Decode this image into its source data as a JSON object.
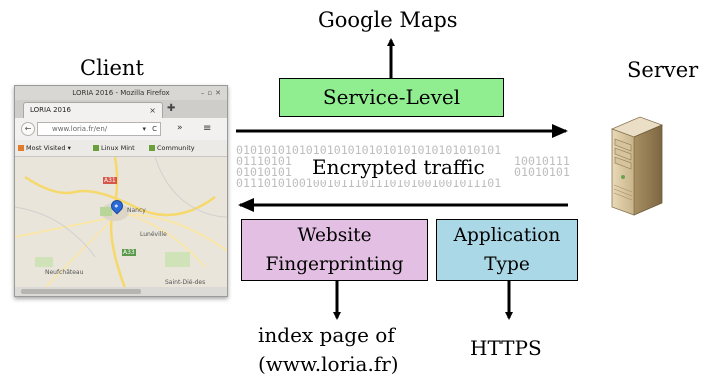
{
  "labels": {
    "google_maps": "Google Maps",
    "client": "Client",
    "server": "Server",
    "encrypted": "Encrypted traffic",
    "index_line1": "index page of",
    "index_line2": "(www.loria.fr)",
    "https": "HTTPS"
  },
  "boxes": {
    "service_level": {
      "text": "Service-Level",
      "fill": "#90ee90"
    },
    "website_fingerprinting": {
      "line1": "Website",
      "line2": "Fingerprinting",
      "fill": "#e3bfe3"
    },
    "application_type": {
      "line1": "Application",
      "line2": "Type",
      "fill": "#aad8e6"
    }
  },
  "binary_rows": [
    "01010101010101010101010101010101010101",
    "01110101",
    "01010101",
    "01110101001001011101110101001001011101"
  ],
  "binary_rows_right": [
    "10010111",
    "01010101"
  ],
  "browser": {
    "title": "LORIA 2016 - Mozilla Firefox",
    "tab_label": "LORIA 2016",
    "url": "www.loria.fr/en/",
    "bookmarks": [
      "Most Visited ▾",
      "Linux Mint",
      "Community"
    ],
    "map_labels": [
      "A31",
      "Nancy",
      "Lunéville",
      "Neufchâteau",
      "Saint-Dié-des",
      "A33"
    ]
  }
}
